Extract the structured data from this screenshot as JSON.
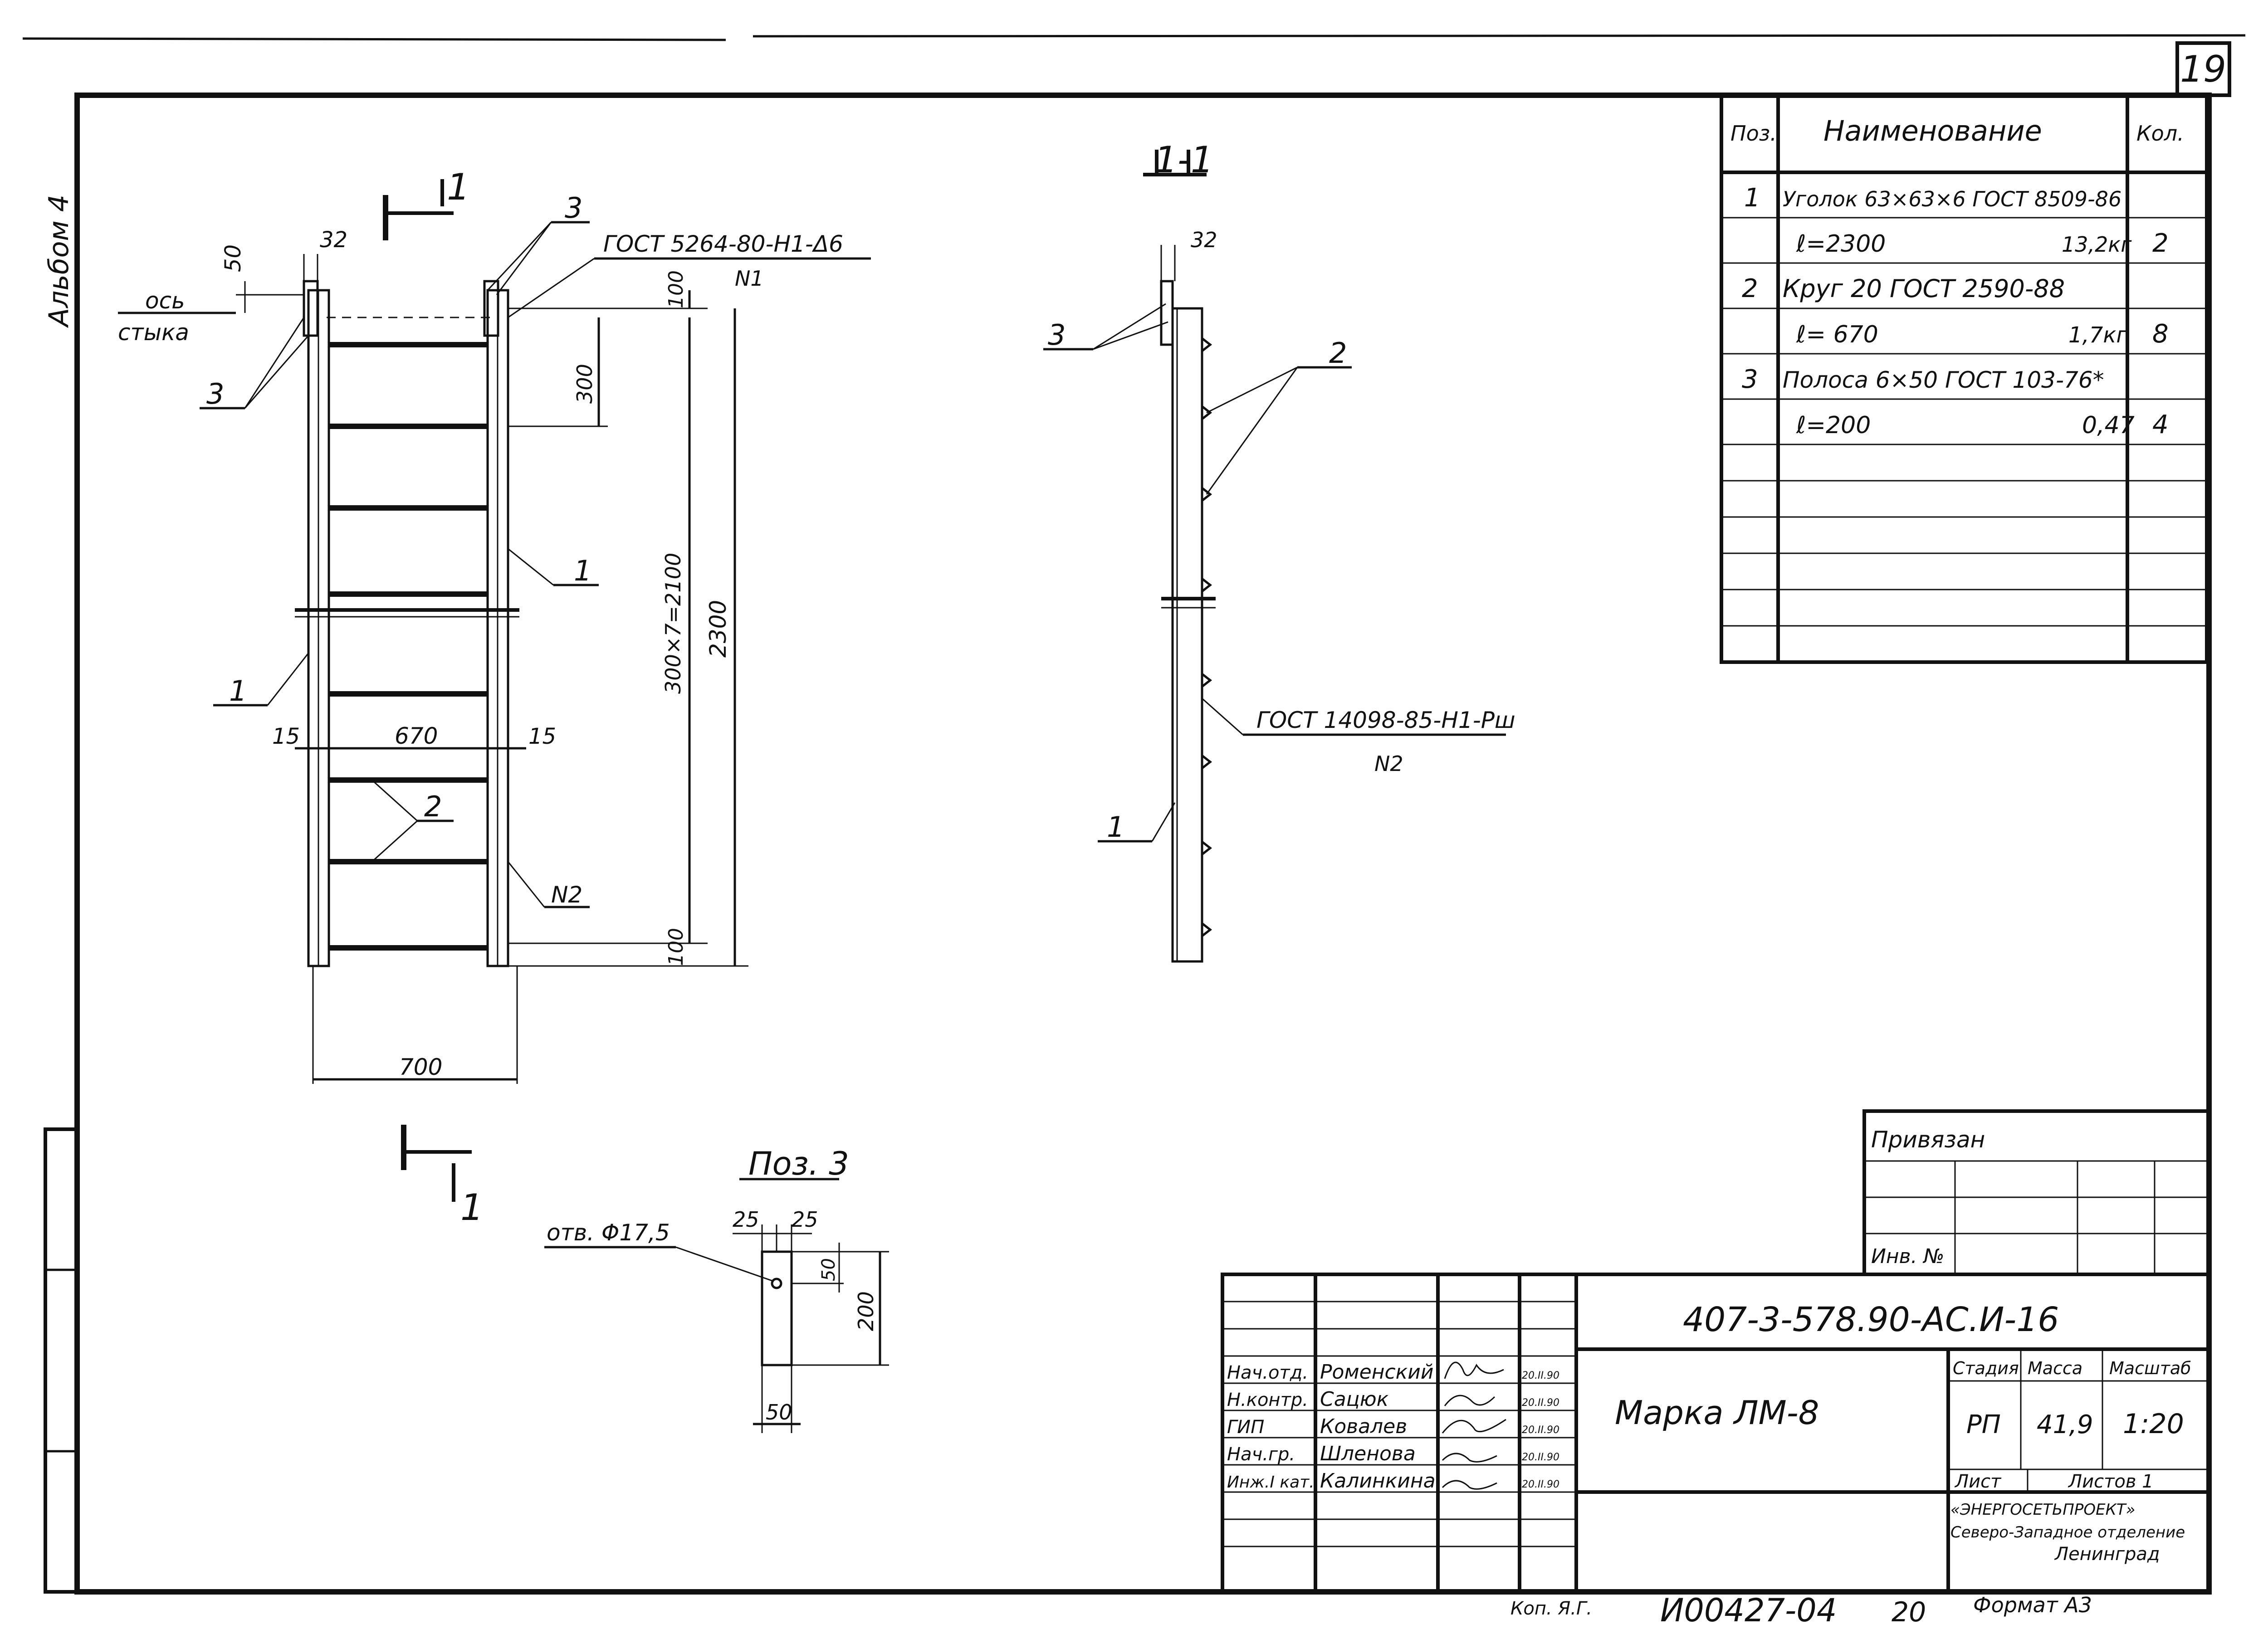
{
  "header": {
    "sheet_number": "19",
    "album_label": "Альбом 4"
  },
  "main_view": {
    "section_mark": "1",
    "dim_top_width": "32",
    "dim_50": "50",
    "axis_label_1": "ось",
    "axis_label_2": "стыка",
    "leader_pos_3_a": "3",
    "leader_pos_3_b": "3",
    "weld_note_1": "ГОСТ 5264-80-Н1-Δ6",
    "weld_note_1_sub": "N1",
    "dim_100_top": "100",
    "dim_300": "300",
    "dim_step": "300×7=2100",
    "dim_total": "2300",
    "dim_100_bottom": "100",
    "leader_pos_1_a": "1",
    "leader_pos_1_b": "1",
    "leader_pos_2": "2",
    "dim_15_left": "15",
    "dim_670": "670",
    "dim_15_right": "15",
    "weld_n2": "N2",
    "dim_700": "700"
  },
  "section_view": {
    "title": "1-1",
    "dim_32": "32",
    "leader_pos_3": "3",
    "leader_pos_2": "2",
    "leader_pos_1": "1",
    "weld_note_2": "ГОСТ 14098-85-Н1-Рш",
    "weld_note_2_sub": "N2"
  },
  "pos3_detail": {
    "title": "Поз. 3",
    "hole_note": "отв. Φ17,5",
    "dim_25_left": "25",
    "dim_25_right": "25",
    "dim_50_v": "50",
    "dim_200": "200",
    "dim_50_h": "50"
  },
  "spec_table": {
    "headers": [
      "Поз.",
      "Наименование",
      "Кол."
    ],
    "rows": [
      {
        "pos": "1",
        "name": "Уголок 63×63×6 ГОСТ 8509-86",
        "mass": "",
        "qty": ""
      },
      {
        "pos": "",
        "name": "ℓ=2300",
        "mass": "13,2кг",
        "qty": "2"
      },
      {
        "pos": "2",
        "name": "Круг 20 ГОСТ 2590-88",
        "mass": "",
        "qty": ""
      },
      {
        "pos": "",
        "name": "ℓ= 670",
        "mass": "1,7кг",
        "qty": "8"
      },
      {
        "pos": "3",
        "name": "Полоса 6×50 ГОСТ 103-76*",
        "mass": "",
        "qty": ""
      },
      {
        "pos": "",
        "name": "ℓ=200",
        "mass": "0,47",
        "qty": "4"
      }
    ]
  },
  "binding_block": {
    "title": "Привязан",
    "inv_label": "Инв. №"
  },
  "title_block": {
    "doc_code": "407-3-578.90-АС.И-16",
    "drawing_title": "Марка ЛМ-8",
    "signatures": [
      {
        "role": "Нач.отд.",
        "name": "Роменский",
        "date": "20.II.90"
      },
      {
        "role": "Н.контр.",
        "name": "Сацюк",
        "date": "20.II.90"
      },
      {
        "role": "ГИП",
        "name": "Ковалев",
        "date": "20.II.90"
      },
      {
        "role": "Нач.гр.",
        "name": "Шленова",
        "date": "20.II.90"
      },
      {
        "role": "Инж.I кат.",
        "name": "Калинкина",
        "date": "20.II.90"
      }
    ],
    "stage_label": "Стадия",
    "mass_label": "Масса",
    "scale_label": "Масштаб",
    "stage": "РП",
    "mass": "41,9",
    "scale": "1:20",
    "sheet_label": "Лист",
    "sheets_label": "Листов 1",
    "org_line1": "«ЭНЕРГОСЕТЬПРОЕКТ»",
    "org_line2": "Северо-Западное отделение",
    "org_line3": "Ленинград"
  },
  "footer": {
    "copied_by": "Коп. Я.Г.",
    "archive_code": "И00427-04",
    "archive_sheet": "20",
    "format_label": "Формат А3"
  }
}
